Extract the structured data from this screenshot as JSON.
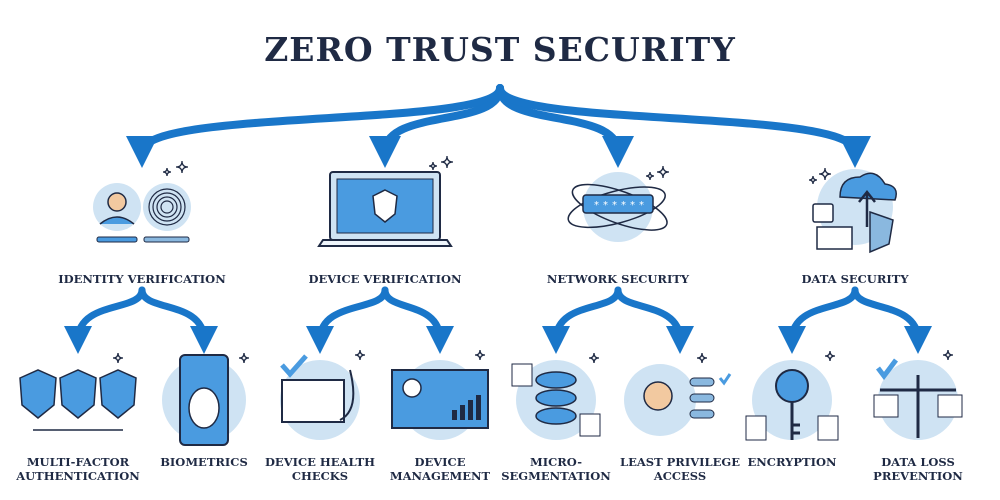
{
  "title": "ZERO TRUST SECURITY",
  "colors": {
    "navy": "#1f2a44",
    "blue": "#1976c9",
    "light_blue": "#cfe3f3",
    "mid_blue": "#4a9be0"
  },
  "categories": [
    {
      "label": "IDENTITY VERIFICATION",
      "icon": "identity-verification-icon",
      "children": [
        {
          "label_lines": [
            "MULTI-FACTOR",
            "AUTHENTICATION"
          ],
          "icon": "multi-factor-shields-icon"
        },
        {
          "label_lines": [
            "BIOMETRICS"
          ],
          "icon": "face-scan-phone-icon"
        }
      ]
    },
    {
      "label": "DEVICE VERIFICATION",
      "icon": "laptop-shield-icon",
      "children": [
        {
          "label_lines": [
            "DEVICE HEALTH",
            "CHECKS"
          ],
          "icon": "monitor-stethoscope-icon"
        },
        {
          "label_lines": [
            "DEVICE",
            "MANAGEMENT"
          ],
          "icon": "gear-wrench-monitor-icon"
        }
      ]
    },
    {
      "label": "NETWORK SECURITY",
      "icon": "password-shield-globe-icon",
      "children": [
        {
          "label_lines": [
            "MICRO-",
            "SEGMENTATION"
          ],
          "icon": "server-database-icon"
        },
        {
          "label_lines": [
            "LEAST PRIVILEGE",
            "ACCESS"
          ],
          "icon": "user-permissions-icon"
        }
      ]
    },
    {
      "label": "DATA SECURITY",
      "icon": "cloud-upload-lock-icon",
      "children": [
        {
          "label_lines": [
            "ENCRYPTION"
          ],
          "icon": "key-documents-icon"
        },
        {
          "label_lines": [
            "DATA LOSS",
            "PREVENTION"
          ],
          "icon": "scales-documents-icon"
        }
      ]
    }
  ]
}
